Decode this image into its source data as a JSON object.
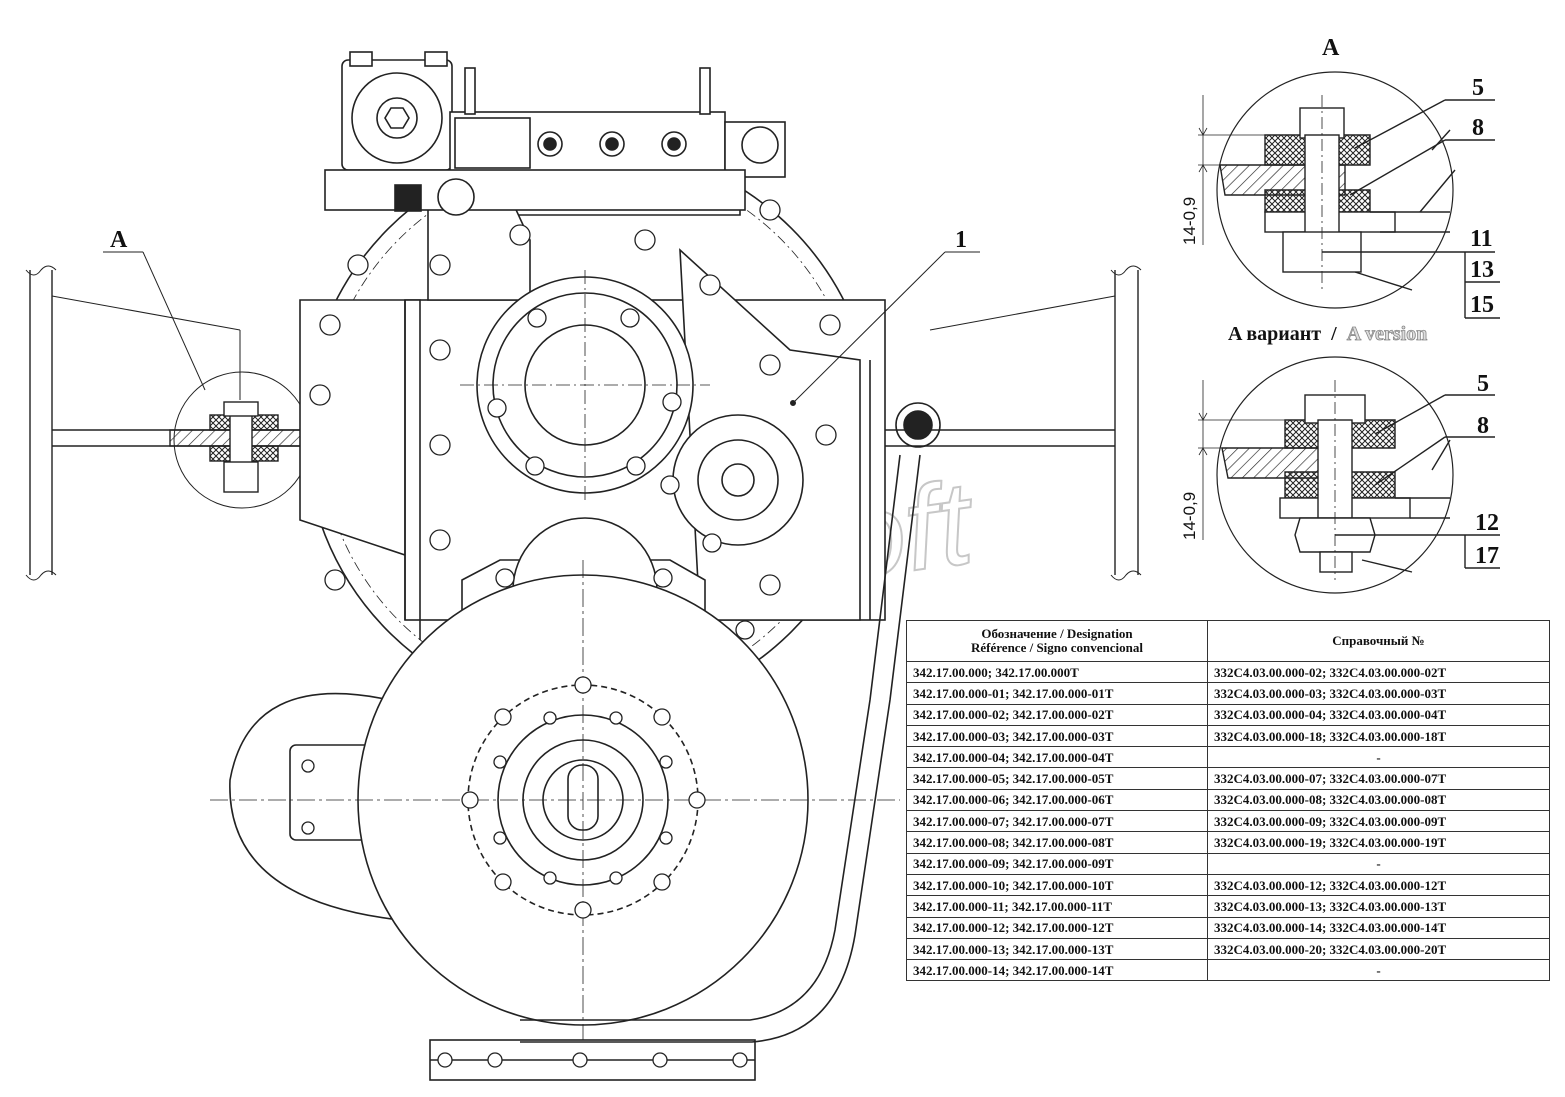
{
  "view_label_left": "A",
  "detail_a": {
    "title": "A",
    "dimension": "14-0,9",
    "callouts": [
      "5",
      "8",
      "11",
      "13",
      "15"
    ]
  },
  "detail_variant": {
    "title_ru": "A вариант",
    "separator": "/",
    "title_en": "A version",
    "dimension": "14-0,9",
    "callouts": [
      "5",
      "8",
      "12",
      "17"
    ]
  },
  "main_callout": "1",
  "watermark": "AutoSoft",
  "table": {
    "headers": [
      "Обозначение / Designation\nRéférence / Signo convencional",
      "Справочный №"
    ],
    "rows": [
      [
        "342.17.00.000; 342.17.00.000T",
        "332C4.03.00.000-02; 332C4.03.00.000-02T"
      ],
      [
        "342.17.00.000-01; 342.17.00.000-01T",
        "332C4.03.00.000-03; 332C4.03.00.000-03T"
      ],
      [
        "342.17.00.000-02; 342.17.00.000-02T",
        "332C4.03.00.000-04; 332C4.03.00.000-04T"
      ],
      [
        "342.17.00.000-03; 342.17.00.000-03T",
        "332C4.03.00.000-18; 332C4.03.00.000-18T"
      ],
      [
        "342.17.00.000-04; 342.17.00.000-04T",
        "-"
      ],
      [
        "342.17.00.000-05; 342.17.00.000-05T",
        "332C4.03.00.000-07; 332C4.03.00.000-07T"
      ],
      [
        "342.17.00.000-06; 342.17.00.000-06T",
        "332C4.03.00.000-08; 332C4.03.00.000-08T"
      ],
      [
        "342.17.00.000-07; 342.17.00.000-07T",
        "332C4.03.00.000-09; 332C4.03.00.000-09T"
      ],
      [
        "342.17.00.000-08; 342.17.00.000-08T",
        "332C4.03.00.000-19; 332C4.03.00.000-19T"
      ],
      [
        "342.17.00.000-09; 342.17.00.000-09T",
        "-"
      ],
      [
        "342.17.00.000-10; 342.17.00.000-10T",
        "332C4.03.00.000-12; 332C4.03.00.000-12T"
      ],
      [
        "342.17.00.000-11; 342.17.00.000-11T",
        "332C4.03.00.000-13; 332C4.03.00.000-13T"
      ],
      [
        "342.17.00.000-12; 342.17.00.000-12T",
        "332C4.03.00.000-14; 332C4.03.00.000-14T"
      ],
      [
        "342.17.00.000-13; 342.17.00.000-13T",
        "332C4.03.00.000-20; 332C4.03.00.000-20T"
      ],
      [
        "342.17.00.000-14; 342.17.00.000-14T",
        "-"
      ]
    ]
  }
}
